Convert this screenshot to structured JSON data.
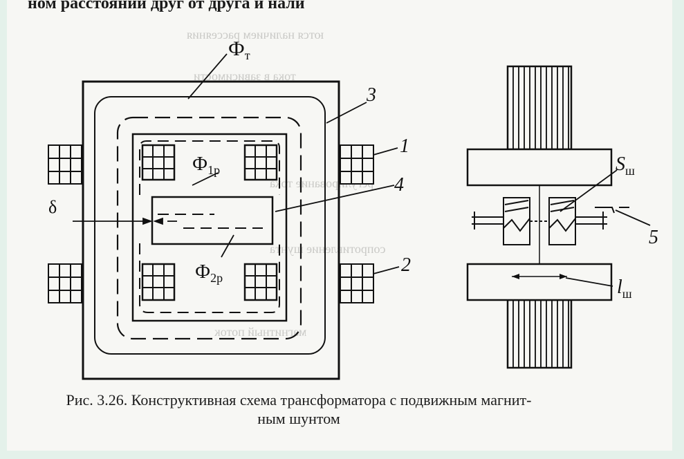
{
  "header_text": "ном расстоянии друг от друга и нали",
  "labels": {
    "phi_t": "Ф",
    "phi_t_sub": "т",
    "phi_1p": "Ф",
    "phi_1p_sub": "1р",
    "phi_2p": "Ф",
    "phi_2p_sub": "2р",
    "delta": "δ",
    "num_1": "1",
    "num_2": "2",
    "num_3": "3",
    "num_4": "4",
    "num_5": "5",
    "s_sh": "S",
    "s_sh_sub": "ш",
    "l_sh": "l",
    "l_sh_sub": "ш"
  },
  "caption": {
    "line1": "Рис. 3.26. Конструктивная схема трансформатора с подвижным магнит-",
    "line2": "ным шунтом"
  }
}
